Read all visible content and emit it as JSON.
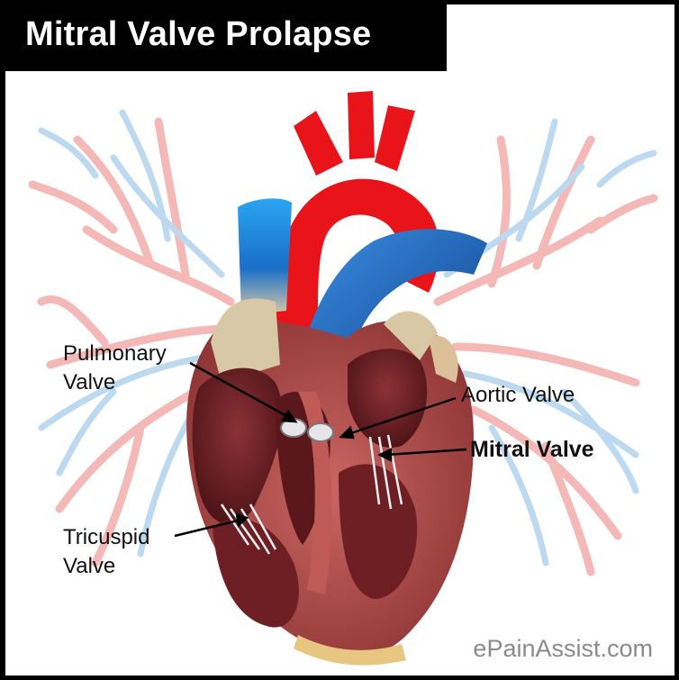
{
  "title": "Mitral Valve Prolapse",
  "labels": {
    "pulmonary_line1": "Pulmonary",
    "pulmonary_line2": "Valve",
    "aortic": "Aortic Valve",
    "mitral": "Mitral Valve",
    "tricuspid_line1": "Tricuspid",
    "tricuspid_line2": "Valve"
  },
  "watermark": "ePainAssist.com",
  "colors": {
    "artery": "#e8141a",
    "vein": "#1e7fd8",
    "muscle": "#b5504e",
    "chamber": "#6e1f23",
    "lung_red": "#f4b8b6",
    "lung_blue": "#bcd9ef"
  }
}
